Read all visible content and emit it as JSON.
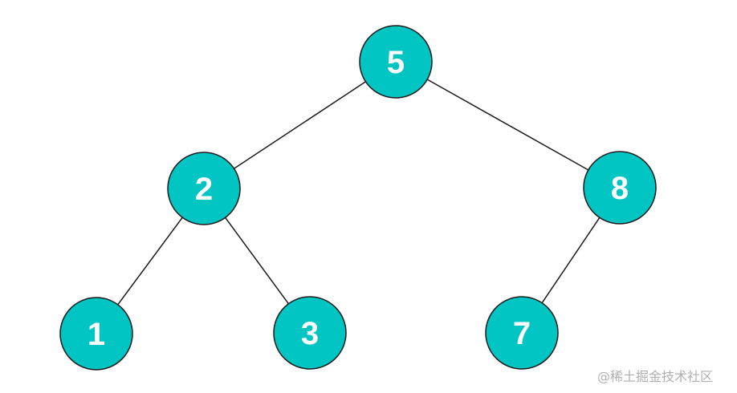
{
  "diagram": {
    "type": "binary-tree",
    "node_fill": "#00c5c3",
    "node_stroke": "#1a1a1a",
    "edge_color": "#1a1a1a",
    "label_color": "#ffffff",
    "nodes": [
      {
        "id": "n5",
        "label": "5"
      },
      {
        "id": "n2",
        "label": "2"
      },
      {
        "id": "n8",
        "label": "8"
      },
      {
        "id": "n1",
        "label": "1"
      },
      {
        "id": "n3",
        "label": "3"
      },
      {
        "id": "n7",
        "label": "7"
      }
    ],
    "edges": [
      {
        "from": "5",
        "to": "2"
      },
      {
        "from": "5",
        "to": "8"
      },
      {
        "from": "2",
        "to": "1"
      },
      {
        "from": "2",
        "to": "3"
      },
      {
        "from": "8",
        "to": "7"
      }
    ]
  },
  "watermark": {
    "text": "@稀土掘金技术社区"
  }
}
